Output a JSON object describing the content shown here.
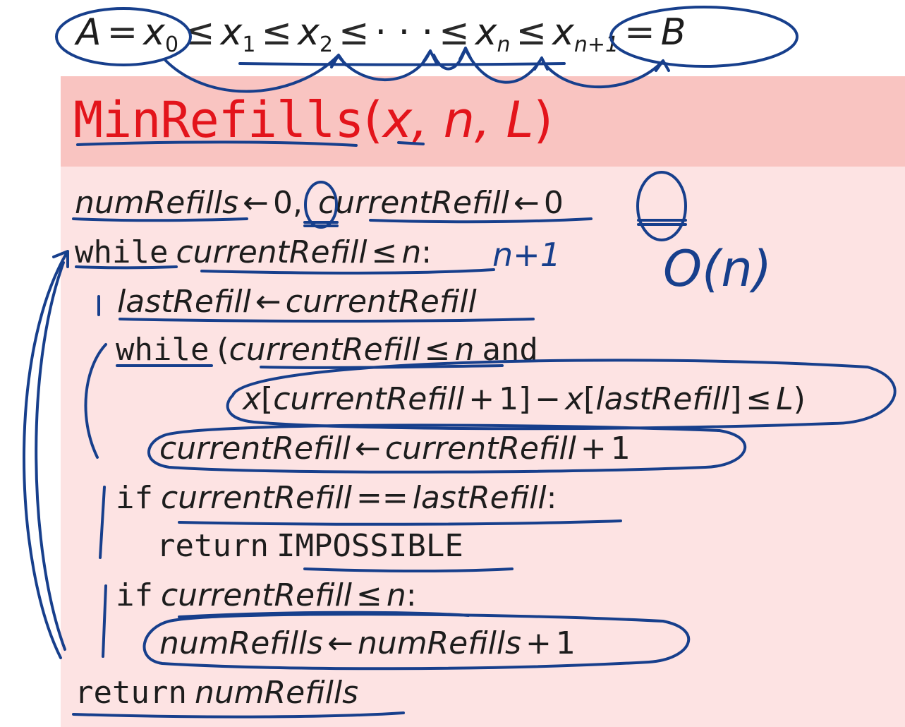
{
  "sequence": {
    "a": "A",
    "eq": "=",
    "x": "x",
    "sub0": "0",
    "le": "≤",
    "sub1": "1",
    "sub2": "2",
    "dots": "· · ·",
    "subn": "n",
    "subn1": "n+1",
    "b": "B"
  },
  "title": {
    "name": "MinRefills",
    "open": "(",
    "args": "x, n, L",
    "close": ")"
  },
  "code": {
    "l1": {
      "v1": "numRefills",
      "arrow": "←",
      "z1": "0",
      "comma": ",",
      "v2": "currentRefill",
      "z2": "0"
    },
    "l2": {
      "kw": "while",
      "v": "currentRefill",
      "op": "≤",
      "n": "n",
      "colon": ":"
    },
    "l3": {
      "v1": "lastRefill",
      "arrow": "←",
      "v2": "currentRefill"
    },
    "l4": {
      "kw": "while",
      "paren": "(",
      "v": "currentRefill",
      "op": "≤",
      "n": "n",
      "and": "and"
    },
    "l5": {
      "x1": "x",
      "lb1": "[",
      "v1": "currentRefill",
      "plus": "+",
      "one": "1",
      "rb1": "]",
      "minus": "−",
      "x2": "x",
      "lb2": "[",
      "v2": "lastRefill",
      "rb2": "]",
      "op": "≤",
      "l": "L",
      "close": ")"
    },
    "l6": {
      "v1": "currentRefill",
      "arrow": "←",
      "v2": "currentRefill",
      "plus": "+",
      "one": "1"
    },
    "l7": {
      "kw": "if",
      "v1": "currentRefill",
      "op": "==",
      "v2": "lastRefill",
      "colon": ":"
    },
    "l8": {
      "kw": "return",
      "val": "IMPOSSIBLE"
    },
    "l9": {
      "kw": "if",
      "v": "currentRefill",
      "op": "≤",
      "n": "n",
      "colon": ":"
    },
    "l10": {
      "v1": "numRefills",
      "arrow": "←",
      "v2": "numRefills",
      "plus": "+",
      "one": "1"
    },
    "l11": {
      "kw": "return",
      "v": "numRefills"
    }
  },
  "annotations": {
    "loop_count": "n+1",
    "complexity": "O(n)"
  },
  "colors": {
    "title_red": "#e3141b",
    "ink_blue": "#173f8c",
    "panel_pink": "#fde3e3",
    "title_bar_pink": "#f9c4c1"
  }
}
